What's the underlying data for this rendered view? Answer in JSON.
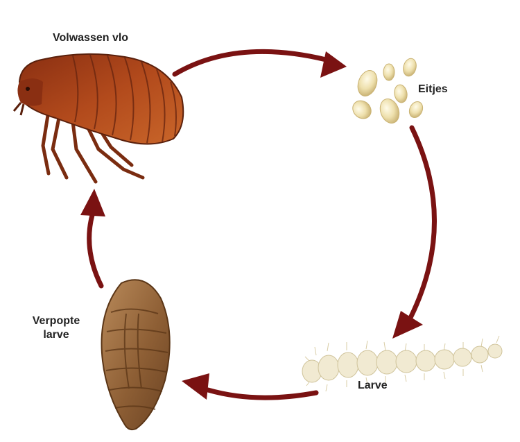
{
  "stages": {
    "adult": {
      "label": "Volwassen vlo",
      "icon": "flea-icon"
    },
    "eggs": {
      "label": "Eitjes",
      "icon": "eggs-icon"
    },
    "larva": {
      "label": "Larve",
      "icon": "larva-icon"
    },
    "pupa": {
      "label_line1": "Verpopte",
      "label_line2": "larve",
      "icon": "pupa-icon"
    }
  },
  "colors": {
    "arrow": "#7a1212",
    "flea_body": "#a8431a",
    "flea_dark": "#6e2a10",
    "egg": "#ecdca6",
    "larva": "#f1ead2",
    "pupa": "#9a6a3e",
    "label": "#222222"
  }
}
